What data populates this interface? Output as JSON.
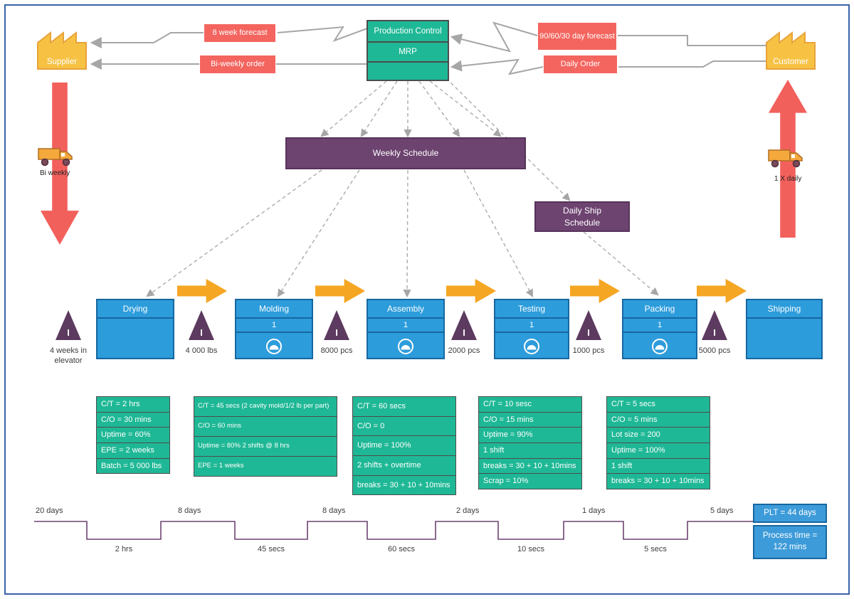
{
  "colors": {
    "frame": "#3A62A7",
    "process_fill": "#2D9CDB",
    "process_border": "#1767A0",
    "data_fill": "#1FB896",
    "info_fill": "#F4655F",
    "schedule_fill": "#6D4370",
    "inventory_fill": "#5D3A60",
    "push_arrow": "#F5A623",
    "factory_fill": "#F7C244",
    "transport_arrow": "#F2605C",
    "connector": "#A6A6A6",
    "timeline_line": "#6D4370"
  },
  "symbols": {
    "inventory": "I"
  },
  "supplier": {
    "label": "Supplier",
    "frequency": "Bi weekly"
  },
  "customer": {
    "label": "Customer",
    "frequency": "1 X daily"
  },
  "production_control": {
    "title": "Production Control",
    "system": "MRP"
  },
  "info_flows": {
    "forecast_supplier": "8 week forecast",
    "order_supplier": "Bi-weekly order",
    "forecast_customer": "90/60/30 day forecast",
    "order_customer": "Daily Order"
  },
  "schedules": {
    "weekly": "Weekly Schedule",
    "daily_ship": "Daily Ship Schedule"
  },
  "processes": [
    {
      "name": "Drying"
    },
    {
      "name": "Molding",
      "operators": "1"
    },
    {
      "name": "Assembly",
      "operators": "1"
    },
    {
      "name": "Testing",
      "operators": "1"
    },
    {
      "name": "Packing",
      "operators": "1"
    },
    {
      "name": "Shipping"
    }
  ],
  "inventories": [
    {
      "label": "4 weeks in elevator"
    },
    {
      "label": "4 000 lbs"
    },
    {
      "label": "8000 pcs"
    },
    {
      "label": "2000 pcs"
    },
    {
      "label": "1000 pcs"
    },
    {
      "label": "5000 pcs"
    }
  ],
  "data_boxes": [
    {
      "rows": [
        "C/T = 2 hrs",
        "C/O = 30 mins",
        "Uptime = 60%",
        "EPE = 2 weeks",
        "Batch = 5 000 lbs"
      ]
    },
    {
      "rows": [
        "C/T = 45 secs (2 cavity mold/1/2 lb per part)",
        "C/O = 60 mins",
        "Uptime = 80% 2 shifts @ 8 hrs",
        "EPE = 1 weeks"
      ]
    },
    {
      "rows": [
        "C/T = 60 secs",
        "C/O = 0",
        "Uptime = 100%",
        "2 shifts + overtime",
        "breaks = 30 + 10 + 10mins"
      ]
    },
    {
      "rows": [
        "C/T = 10 sesc",
        "C/O = 15 mins",
        "Uptime = 90%",
        "1 shift",
        "breaks = 30 + 10 + 10mins",
        "Scrap = 10%"
      ]
    },
    {
      "rows": [
        "C/T = 5 secs",
        "C/O = 5 mins",
        "Lot size = 200",
        "Uptime = 100%",
        "1 shift",
        "breaks = 30 + 10 + 10mins"
      ]
    }
  ],
  "timeline": {
    "wait_times": [
      "20 days",
      "8 days",
      "8 days",
      "2 days",
      "1 days",
      "5 days"
    ],
    "process_times": [
      "2 hrs",
      "45 secs",
      "60 secs",
      "10 secs",
      "5 secs"
    ],
    "plt": "PLT = 44 days",
    "process_time": "Process time = 122 mins"
  }
}
